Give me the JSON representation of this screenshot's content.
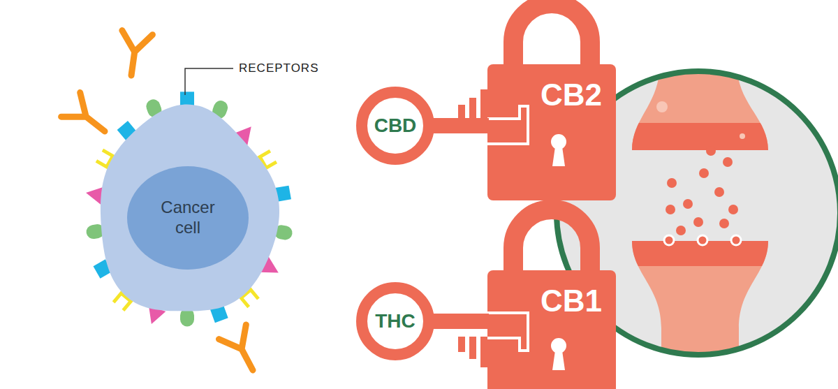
{
  "diagram": {
    "nodes": [
      {
        "text": [
          "Cancer cell"
        ]
      },
      {
        "text": [
          "CBD"
        ]
      },
      {
        "text": [
          "CB2"
        ]
      },
      {
        "text": [
          "THC"
        ]
      },
      {
        "text": [
          "CB1"
        ]
      }
    ],
    "edges": [
      {
        "from": 1,
        "to": 2,
        "arrow": "none"
      },
      {
        "from": 3,
        "to": 4,
        "arrow": "none"
      }
    ],
    "labels": [
      "RECEPTORS"
    ]
  }
}
